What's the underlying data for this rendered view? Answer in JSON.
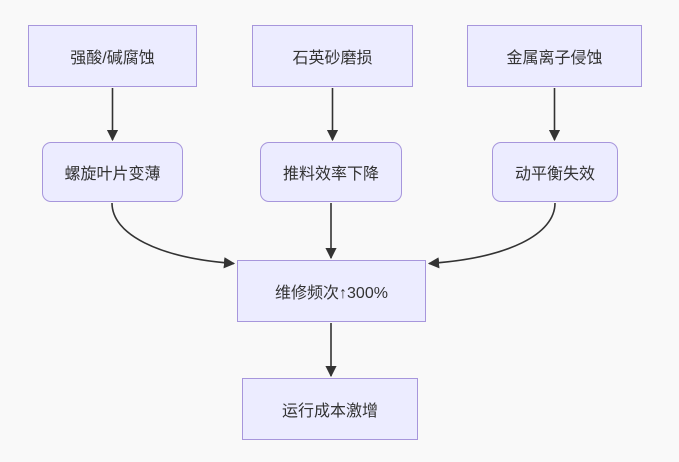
{
  "diagram": {
    "type": "flowchart",
    "direction": "top-down",
    "colors": {
      "background": "#f9f9f9",
      "node_fill": "#ECECFF",
      "node_border": "#a796dc",
      "edge": "#333333",
      "text": "#333333"
    },
    "nodes": [
      {
        "id": "acid",
        "label": "强酸/碱腐蚀",
        "shape": "rect"
      },
      {
        "id": "quartz",
        "label": "石英砂磨损",
        "shape": "rect"
      },
      {
        "id": "metal",
        "label": "金属离子侵蚀",
        "shape": "rect"
      },
      {
        "id": "blade",
        "label": "螺旋叶片变薄",
        "shape": "rounded"
      },
      {
        "id": "push",
        "label": "推料效率下降",
        "shape": "rounded"
      },
      {
        "id": "balance",
        "label": "动平衡失效",
        "shape": "rounded"
      },
      {
        "id": "repair",
        "label": "维修频次↑300%",
        "shape": "rect"
      },
      {
        "id": "cost",
        "label": "运行成本激增",
        "shape": "rect"
      }
    ],
    "edges": [
      {
        "from": "acid",
        "to": "blade",
        "style": "straight"
      },
      {
        "from": "quartz",
        "to": "push",
        "style": "straight"
      },
      {
        "from": "metal",
        "to": "balance",
        "style": "straight"
      },
      {
        "from": "blade",
        "to": "repair",
        "style": "curved"
      },
      {
        "from": "push",
        "to": "repair",
        "style": "straight"
      },
      {
        "from": "balance",
        "to": "repair",
        "style": "curved"
      },
      {
        "from": "repair",
        "to": "cost",
        "style": "straight"
      }
    ]
  }
}
